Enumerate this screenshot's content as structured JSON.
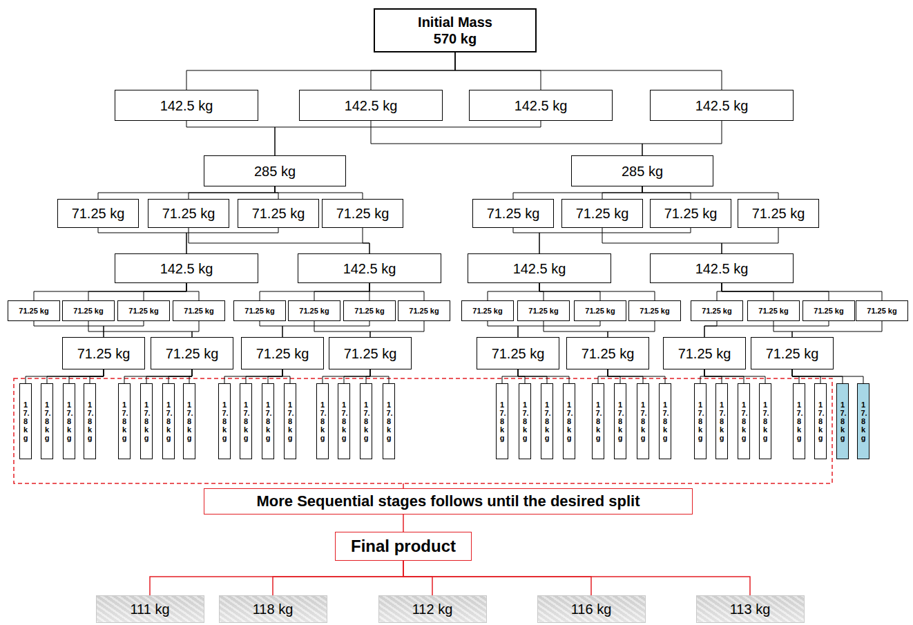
{
  "diagram": {
    "nodes": [
      {
        "text": [
          "Initial Mass",
          "570 kg"
        ]
      },
      {
        "text": [
          "142.5 kg"
        ]
      },
      {
        "text": [
          "142.5 kg"
        ]
      },
      {
        "text": [
          "142.5 kg"
        ]
      },
      {
        "text": [
          "142.5 kg"
        ]
      },
      {
        "text": [
          "285 kg"
        ]
      },
      {
        "text": [
          "285 kg"
        ]
      },
      {
        "text": [
          "71.25 kg"
        ]
      },
      {
        "text": [
          "71.25 kg"
        ]
      },
      {
        "text": [
          "71.25 kg"
        ]
      },
      {
        "text": [
          "71.25 kg"
        ]
      },
      {
        "text": [
          "71.25 kg"
        ]
      },
      {
        "text": [
          "71.25 kg"
        ]
      },
      {
        "text": [
          "71.25 kg"
        ]
      },
      {
        "text": [
          "71.25 kg"
        ]
      },
      {
        "text": [
          "142.5 kg"
        ]
      },
      {
        "text": [
          "142.5 kg"
        ]
      },
      {
        "text": [
          "142.5 kg"
        ]
      },
      {
        "text": [
          "142.5 kg"
        ]
      },
      {
        "text": [
          "71.25 kg"
        ]
      },
      {
        "text": [
          "71.25 kg"
        ]
      },
      {
        "text": [
          "71.25 kg"
        ]
      },
      {
        "text": [
          "71.25 kg"
        ]
      },
      {
        "text": [
          "71.25 kg"
        ]
      },
      {
        "text": [
          "71.25 kg"
        ]
      },
      {
        "text": [
          "71.25 kg"
        ]
      },
      {
        "text": [
          "71.25 kg"
        ]
      },
      {
        "text": [
          "71.25 kg"
        ]
      },
      {
        "text": [
          "71.25 kg"
        ]
      },
      {
        "text": [
          "71.25 kg"
        ]
      },
      {
        "text": [
          "71.25 kg"
        ]
      },
      {
        "text": [
          "71.25 kg"
        ]
      },
      {
        "text": [
          "71.25 kg"
        ]
      },
      {
        "text": [
          "71.25 kg"
        ]
      },
      {
        "text": [
          "71.25 kg"
        ]
      },
      {
        "text": [
          "71.25 kg"
        ]
      },
      {
        "text": [
          "71.25 kg"
        ]
      },
      {
        "text": [
          "71.25 kg"
        ]
      },
      {
        "text": [
          "71.25 kg"
        ]
      },
      {
        "text": [
          "71.25 kg"
        ]
      },
      {
        "text": [
          "71.25 kg"
        ]
      },
      {
        "text": [
          "71.25 kg"
        ]
      },
      {
        "text": [
          "71.25 kg"
        ]
      },
      {
        "text": [
          "17.8 kg"
        ]
      },
      {
        "text": [
          "17.8 kg"
        ]
      },
      {
        "text": [
          "17.8 kg"
        ]
      },
      {
        "text": [
          "17.8 kg"
        ]
      },
      {
        "text": [
          "17.8 kg"
        ]
      },
      {
        "text": [
          "17.8 kg"
        ]
      },
      {
        "text": [
          "17.8 kg"
        ]
      },
      {
        "text": [
          "17.8 kg"
        ]
      },
      {
        "text": [
          "17.8 kg"
        ]
      },
      {
        "text": [
          "17.8 kg"
        ]
      },
      {
        "text": [
          "17.8 kg"
        ]
      },
      {
        "text": [
          "17.8 kg"
        ]
      },
      {
        "text": [
          "17.8 kg"
        ]
      },
      {
        "text": [
          "17.8 kg"
        ]
      },
      {
        "text": [
          "17.8 kg"
        ]
      },
      {
        "text": [
          "17.8 kg"
        ]
      },
      {
        "text": [
          "17.8 kg"
        ]
      },
      {
        "text": [
          "17.8 kg"
        ]
      },
      {
        "text": [
          "17.8 kg"
        ]
      },
      {
        "text": [
          "17.8 kg"
        ]
      },
      {
        "text": [
          "17.8 kg"
        ]
      },
      {
        "text": [
          "17.8 kg"
        ]
      },
      {
        "text": [
          "17.8 kg"
        ]
      },
      {
        "text": [
          "17.8 kg"
        ]
      },
      {
        "text": [
          "17.8 kg"
        ]
      },
      {
        "text": [
          "17.8 kg"
        ]
      },
      {
        "text": [
          "17.8 kg"
        ]
      },
      {
        "text": [
          "17.8 kg"
        ]
      },
      {
        "text": [
          "17.8 kg"
        ]
      },
      {
        "text": [
          "17.8 kg"
        ]
      },
      {
        "text": [
          "17.8 kg"
        ]
      },
      {
        "text": [
          "17.8 kg"
        ]
      },
      {
        "text": [
          "More Sequential stages follows until the desired split"
        ]
      },
      {
        "text": [
          "Final product"
        ]
      },
      {
        "text": [
          "111 kg"
        ]
      },
      {
        "text": [
          "118 kg"
        ]
      },
      {
        "text": [
          "112 kg"
        ]
      },
      {
        "text": [
          "116 kg"
        ]
      },
      {
        "text": [
          "113 kg"
        ]
      }
    ],
    "edges": [
      {
        "from": 0,
        "to": 1,
        "arrow": "none"
      },
      {
        "from": 0,
        "to": 2,
        "arrow": "none"
      },
      {
        "from": 0,
        "to": 3,
        "arrow": "none"
      },
      {
        "from": 0,
        "to": 4,
        "arrow": "none"
      },
      {
        "from": 1,
        "to": 5,
        "arrow": "none"
      },
      {
        "from": 3,
        "to": 5,
        "arrow": "none"
      },
      {
        "from": 2,
        "to": 6,
        "arrow": "none"
      },
      {
        "from": 4,
        "to": 6,
        "arrow": "none"
      },
      {
        "from": 5,
        "to": 7,
        "arrow": "none"
      },
      {
        "from": 5,
        "to": 8,
        "arrow": "none"
      },
      {
        "from": 5,
        "to": 9,
        "arrow": "none"
      },
      {
        "from": 5,
        "to": 10,
        "arrow": "none"
      },
      {
        "from": 6,
        "to": 11,
        "arrow": "none"
      },
      {
        "from": 6,
        "to": 12,
        "arrow": "none"
      },
      {
        "from": 6,
        "to": 13,
        "arrow": "none"
      },
      {
        "from": 6,
        "to": 14,
        "arrow": "none"
      },
      {
        "from": 7,
        "to": 15,
        "arrow": "none"
      },
      {
        "from": 9,
        "to": 15,
        "arrow": "none"
      },
      {
        "from": 8,
        "to": 16,
        "arrow": "none"
      },
      {
        "from": 10,
        "to": 16,
        "arrow": "none"
      },
      {
        "from": 11,
        "to": 17,
        "arrow": "none"
      },
      {
        "from": 13,
        "to": 17,
        "arrow": "none"
      },
      {
        "from": 12,
        "to": 18,
        "arrow": "none"
      },
      {
        "from": 14,
        "to": 18,
        "arrow": "none"
      },
      {
        "from": 15,
        "to": 19,
        "arrow": "none"
      },
      {
        "from": 15,
        "to": 20,
        "arrow": "none"
      },
      {
        "from": 15,
        "to": 21,
        "arrow": "none"
      },
      {
        "from": 15,
        "to": 22,
        "arrow": "none"
      },
      {
        "from": 16,
        "to": 23,
        "arrow": "none"
      },
      {
        "from": 16,
        "to": 24,
        "arrow": "none"
      },
      {
        "from": 16,
        "to": 25,
        "arrow": "none"
      },
      {
        "from": 16,
        "to": 26,
        "arrow": "none"
      },
      {
        "from": 17,
        "to": 27,
        "arrow": "none"
      },
      {
        "from": 17,
        "to": 28,
        "arrow": "none"
      },
      {
        "from": 17,
        "to": 29,
        "arrow": "none"
      },
      {
        "from": 17,
        "to": 30,
        "arrow": "none"
      },
      {
        "from": 18,
        "to": 31,
        "arrow": "none"
      },
      {
        "from": 18,
        "to": 32,
        "arrow": "none"
      },
      {
        "from": 18,
        "to": 33,
        "arrow": "none"
      },
      {
        "from": 18,
        "to": 34,
        "arrow": "none"
      },
      {
        "from": 19,
        "to": 35,
        "arrow": "none"
      },
      {
        "from": 21,
        "to": 35,
        "arrow": "none"
      },
      {
        "from": 20,
        "to": 36,
        "arrow": "none"
      },
      {
        "from": 22,
        "to": 36,
        "arrow": "none"
      },
      {
        "from": 23,
        "to": 37,
        "arrow": "none"
      },
      {
        "from": 25,
        "to": 37,
        "arrow": "none"
      },
      {
        "from": 24,
        "to": 38,
        "arrow": "none"
      },
      {
        "from": 26,
        "to": 38,
        "arrow": "none"
      },
      {
        "from": 27,
        "to": 39,
        "arrow": "none"
      },
      {
        "from": 29,
        "to": 39,
        "arrow": "none"
      },
      {
        "from": 28,
        "to": 40,
        "arrow": "none"
      },
      {
        "from": 30,
        "to": 40,
        "arrow": "none"
      },
      {
        "from": 31,
        "to": 41,
        "arrow": "none"
      },
      {
        "from": 33,
        "to": 41,
        "arrow": "none"
      },
      {
        "from": 32,
        "to": 42,
        "arrow": "none"
      },
      {
        "from": 34,
        "to": 42,
        "arrow": "none"
      },
      {
        "from": 35,
        "to": 43,
        "arrow": "none"
      },
      {
        "from": 35,
        "to": 44,
        "arrow": "none"
      },
      {
        "from": 35,
        "to": 45,
        "arrow": "none"
      },
      {
        "from": 35,
        "to": 46,
        "arrow": "none"
      },
      {
        "from": 36,
        "to": 47,
        "arrow": "none"
      },
      {
        "from": 36,
        "to": 48,
        "arrow": "none"
      },
      {
        "from": 36,
        "to": 49,
        "arrow": "none"
      },
      {
        "from": 36,
        "to": 50,
        "arrow": "none"
      },
      {
        "from": 37,
        "to": 51,
        "arrow": "none"
      },
      {
        "from": 37,
        "to": 52,
        "arrow": "none"
      },
      {
        "from": 37,
        "to": 53,
        "arrow": "none"
      },
      {
        "from": 37,
        "to": 54,
        "arrow": "none"
      },
      {
        "from": 38,
        "to": 55,
        "arrow": "none"
      },
      {
        "from": 38,
        "to": 56,
        "arrow": "none"
      },
      {
        "from": 38,
        "to": 57,
        "arrow": "none"
      },
      {
        "from": 38,
        "to": 58,
        "arrow": "none"
      },
      {
        "from": 39,
        "to": 59,
        "arrow": "none"
      },
      {
        "from": 39,
        "to": 60,
        "arrow": "none"
      },
      {
        "from": 39,
        "to": 61,
        "arrow": "none"
      },
      {
        "from": 39,
        "to": 62,
        "arrow": "none"
      },
      {
        "from": 40,
        "to": 63,
        "arrow": "none"
      },
      {
        "from": 40,
        "to": 64,
        "arrow": "none"
      },
      {
        "from": 40,
        "to": 65,
        "arrow": "none"
      },
      {
        "from": 40,
        "to": 66,
        "arrow": "none"
      },
      {
        "from": 41,
        "to": 67,
        "arrow": "none"
      },
      {
        "from": 41,
        "to": 68,
        "arrow": "none"
      },
      {
        "from": 41,
        "to": 69,
        "arrow": "none"
      },
      {
        "from": 41,
        "to": 70,
        "arrow": "none"
      },
      {
        "from": 42,
        "to": 71,
        "arrow": "none"
      },
      {
        "from": 42,
        "to": 72,
        "arrow": "none"
      },
      {
        "from": 42,
        "to": 73,
        "arrow": "none"
      },
      {
        "from": 42,
        "to": 74,
        "arrow": "none"
      },
      {
        "from": 75,
        "to": 76,
        "arrow": "none"
      },
      {
        "from": 76,
        "to": 77,
        "arrow": "none"
      },
      {
        "from": 76,
        "to": 78,
        "arrow": "none"
      },
      {
        "from": 76,
        "to": 79,
        "arrow": "none"
      },
      {
        "from": 76,
        "to": 80,
        "arrow": "none"
      },
      {
        "from": 76,
        "to": 81,
        "arrow": "none"
      }
    ]
  }
}
